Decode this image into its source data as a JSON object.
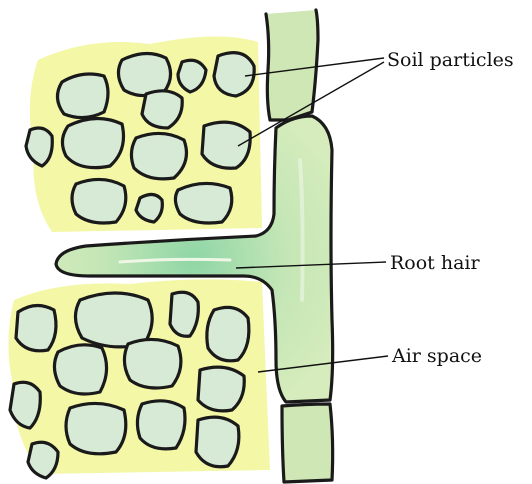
{
  "labels": {
    "soil_particles": "Soil particles",
    "root_hair": "Root hair",
    "air_space": "Air space"
  },
  "colors": {
    "soil_background": "#f3f7a6",
    "particle_fill": "#d7ead6",
    "root_fill": "#cfe7b4",
    "root_hair_core": "#a9dcb0",
    "outline": "#1a1a1a"
  }
}
